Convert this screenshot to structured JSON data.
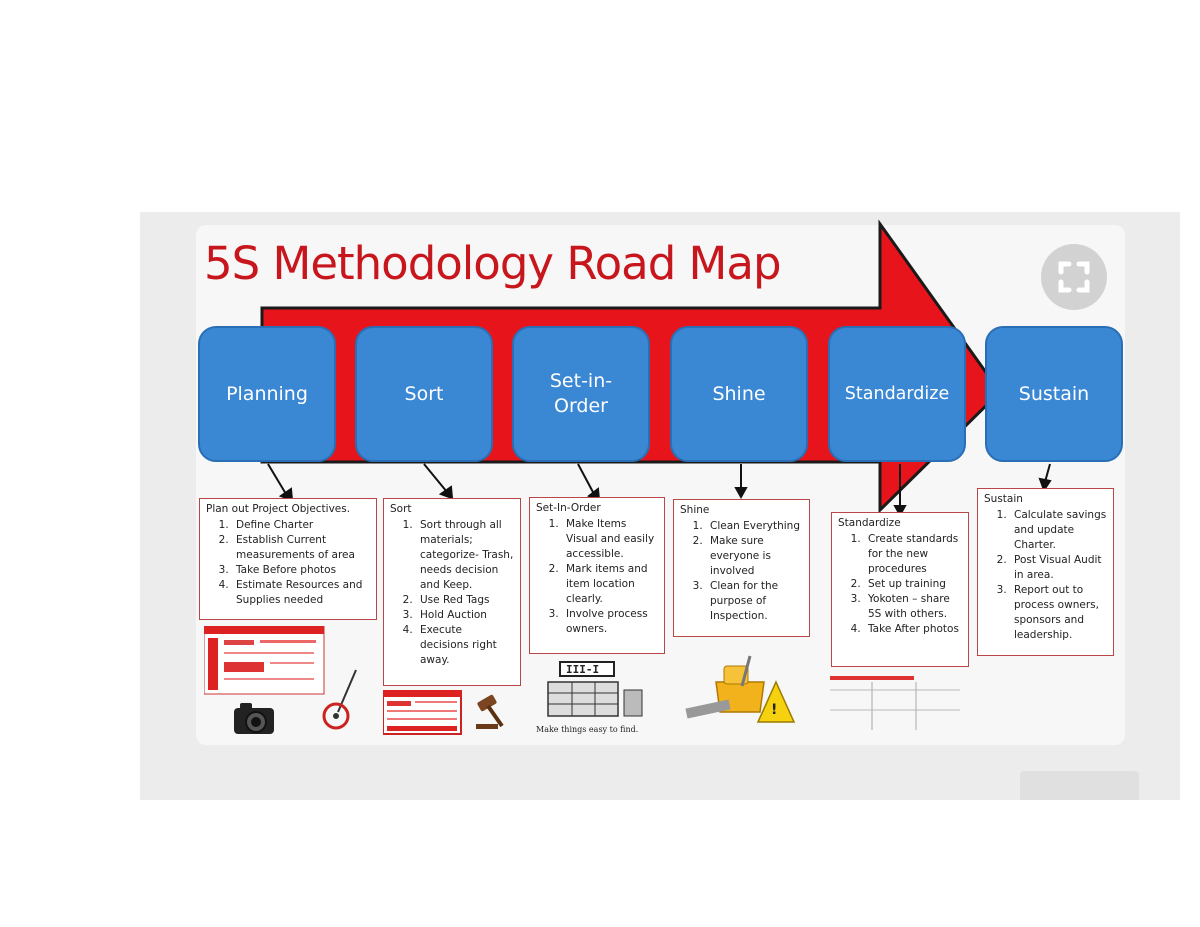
{
  "title": "5S Methodology Road Map",
  "icons": {
    "expand": "expand-icon",
    "camera": "camera-icon",
    "measuring_wheel": "measuring-wheel-icon",
    "gavel": "gavel-icon",
    "storage_bins": "labeled-storage-bins-icon",
    "cleaning_supplies": "cleaning-supplies-icon",
    "wet_floor_sign": "wet-floor-sign-icon"
  },
  "colors": {
    "arrow": "#e8141b",
    "step_fill": "#3a87d4",
    "title": "#c8161d",
    "box_border": "#b84848"
  },
  "steps": [
    {
      "label": "Planning"
    },
    {
      "label": "Sort"
    },
    {
      "label": "Set-in-Order"
    },
    {
      "label": "Shine"
    },
    {
      "label": "Standardize"
    },
    {
      "label": "Sustain"
    }
  ],
  "boxes": [
    {
      "heading": "Plan out Project Objectives.",
      "items": [
        "Define Charter",
        "Establish Current measurements of area",
        "Take Before photos",
        "Estimate Resources and Supplies needed"
      ]
    },
    {
      "heading": "Sort",
      "items": [
        "Sort through all materials; categorize- Trash, needs decision and Keep.",
        "Use Red Tags",
        "Hold Auction",
        "Execute decisions right away."
      ]
    },
    {
      "heading": "Set-In-Order",
      "items": [
        "Make Items Visual and easily accessible.",
        "Mark items and item location clearly.",
        "Involve process owners."
      ]
    },
    {
      "heading": "Shine",
      "items": [
        "Clean Everything",
        "Make sure everyone is involved",
        "Clean for the purpose of Inspection."
      ]
    },
    {
      "heading": "Standardize",
      "items": [
        "Create standards for the new procedures",
        "Set up training",
        "Yokoten – share 5S with others.",
        "Take After photos"
      ]
    },
    {
      "heading": "Sustain",
      "items": [
        "Calculate savings and update Charter.",
        "Post Visual Audit in area.",
        "Report out to process owners, sponsors and leadership."
      ]
    }
  ],
  "caption": "Make things easy to find."
}
